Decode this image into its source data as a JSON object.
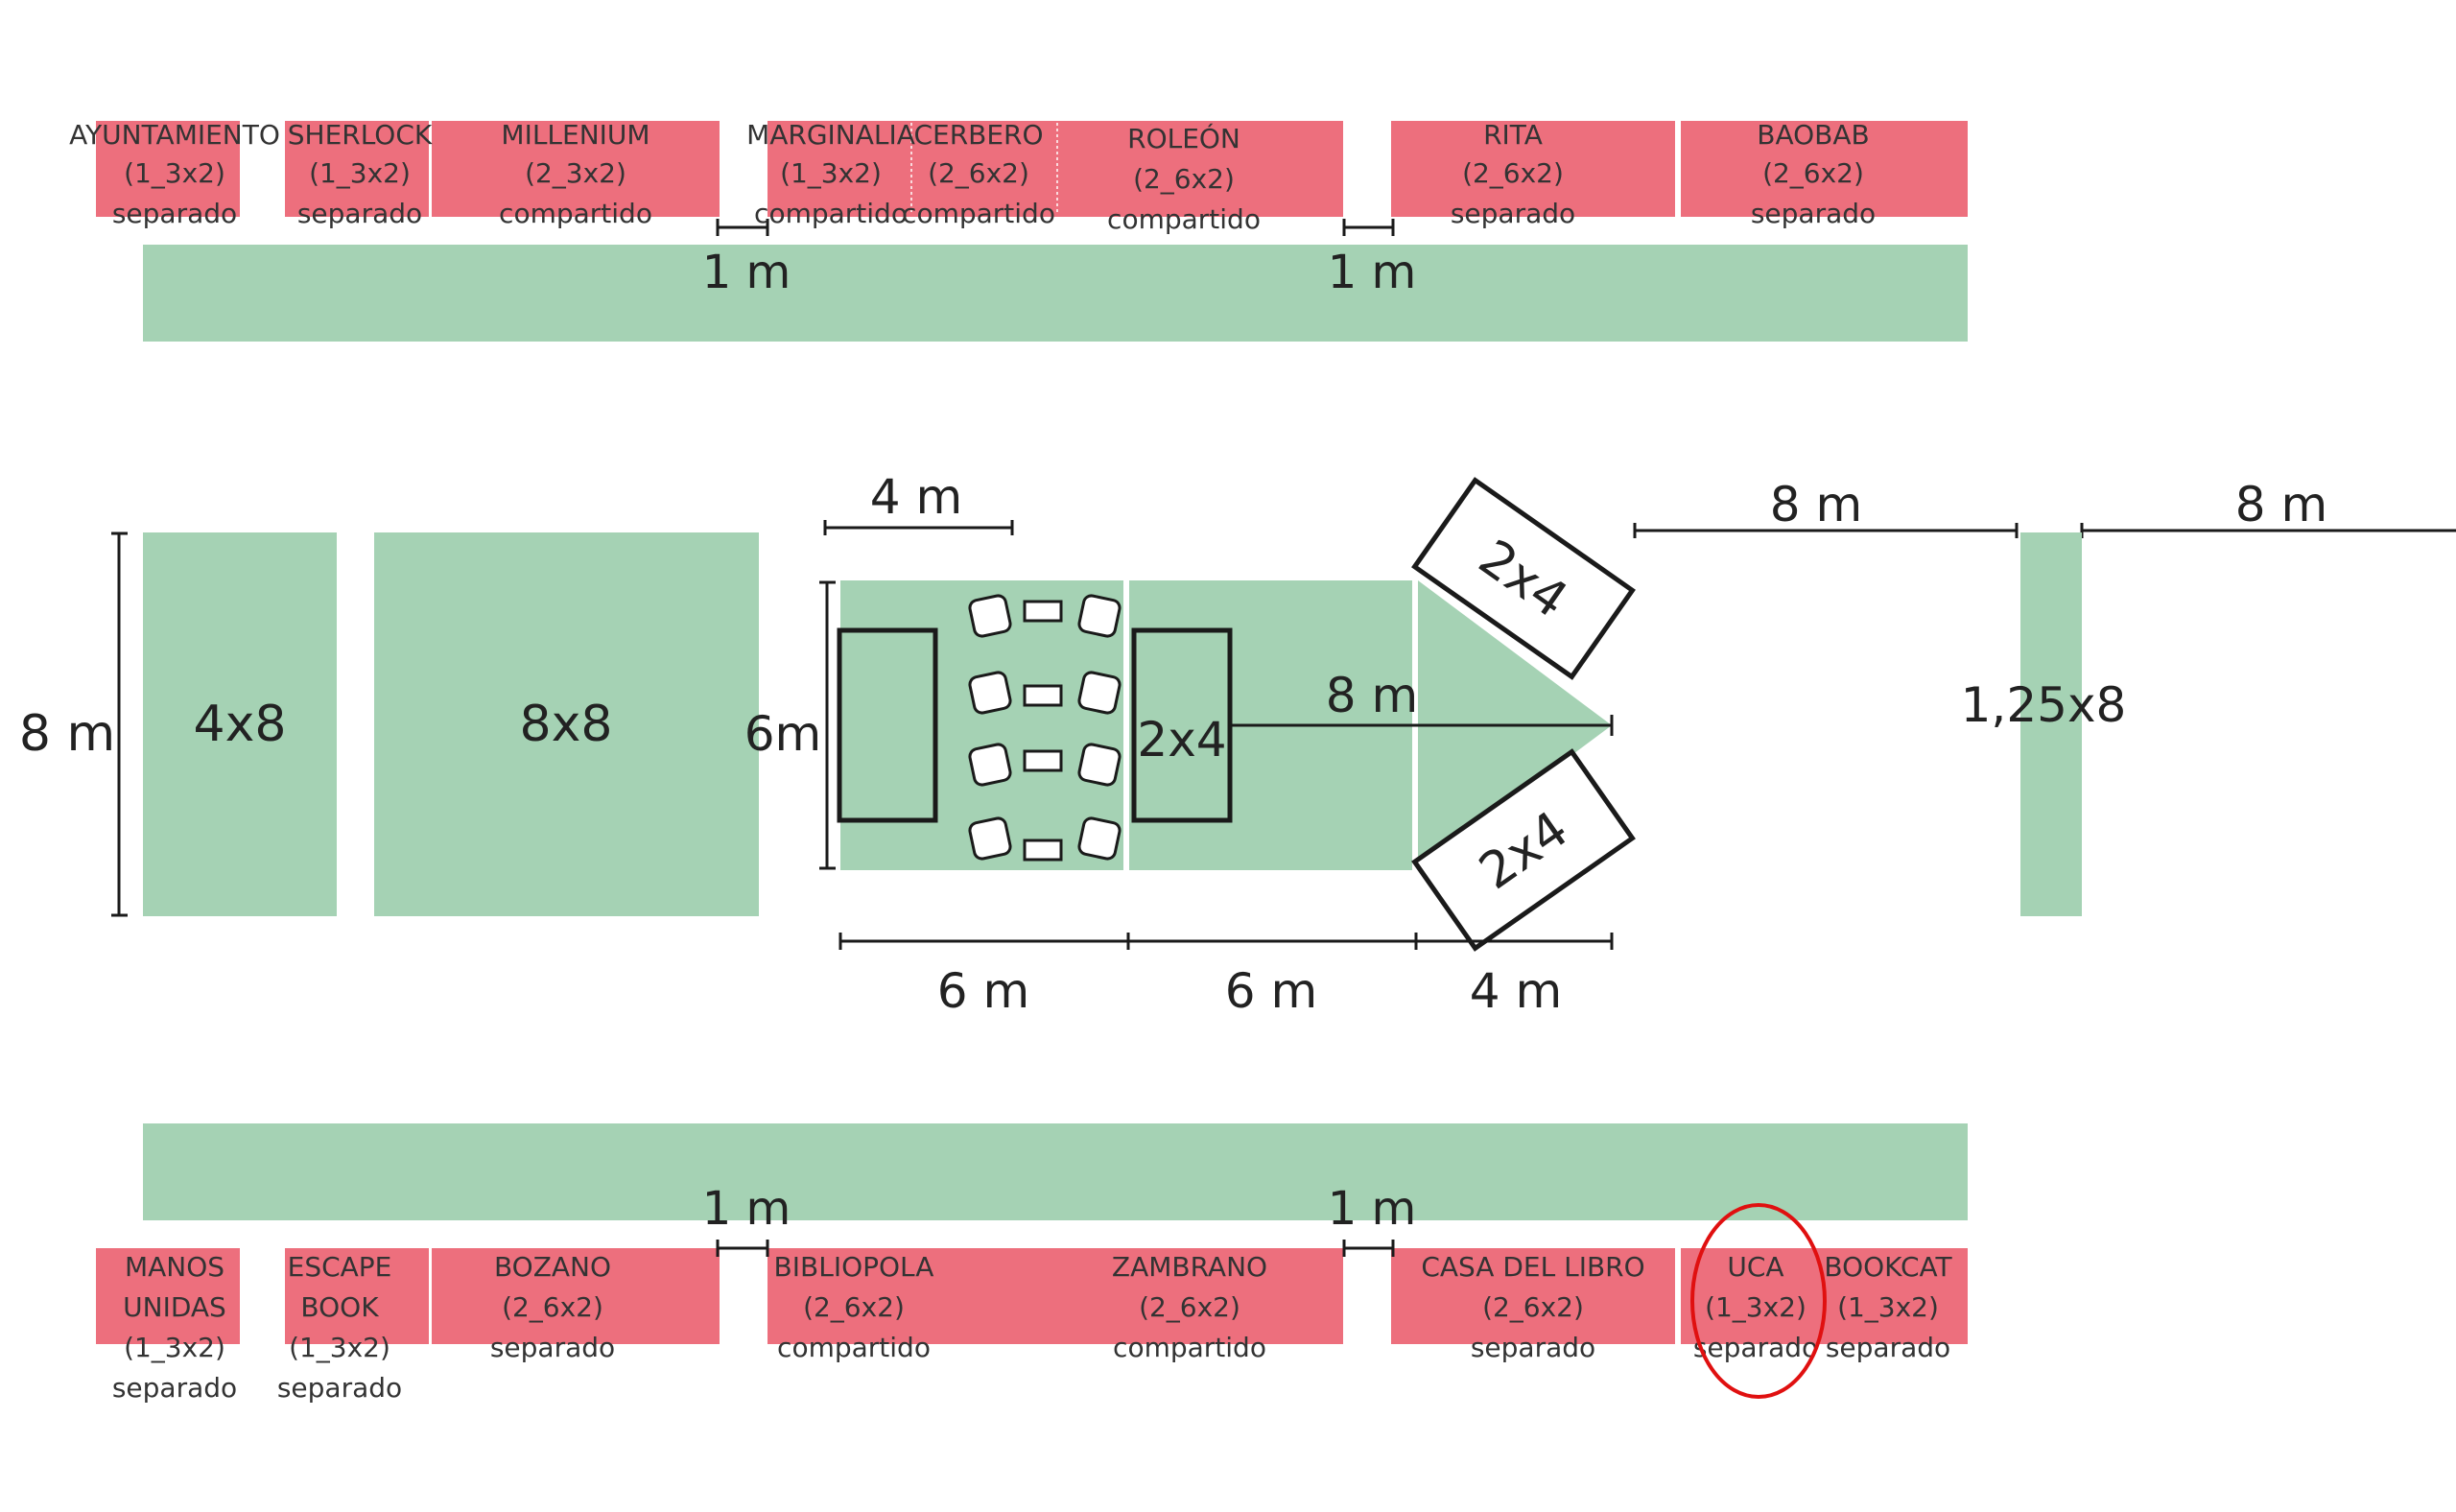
{
  "colors": {
    "stand": "#ed6f7d",
    "area": "#a5d2b4",
    "ink": "#1a1a1a",
    "highlight": "#e01010"
  },
  "top_row": {
    "stands": [
      {
        "name": "AYUNTAMIENTO",
        "size": "(1_3x2)",
        "type": "separado"
      },
      {
        "name": "SHERLOCK",
        "size": "(1_3x2)",
        "type": "separado"
      },
      {
        "name": "MILLENIUM",
        "size": "(2_3x2)",
        "type": "compartido"
      },
      {
        "name": "MARGINALIA",
        "size": "(1_3x2)",
        "type": "compartido"
      },
      {
        "name": "CERBERO",
        "size": "(2_6x2)",
        "type": "compartido"
      },
      {
        "name": "ROLEÓN",
        "size": "(2_6x2)",
        "type": "compartido"
      },
      {
        "name": "RITA",
        "size": "(2_6x2)",
        "type": "separado"
      },
      {
        "name": "BAOBAB",
        "size": "(2_6x2)",
        "type": "separado"
      }
    ],
    "gap_labels": [
      "1 m",
      "1 m"
    ]
  },
  "bottom_row": {
    "stands": [
      {
        "name_lines": [
          "MANOS",
          "UNIDAS"
        ],
        "size": "(1_3x2)",
        "type": "separado"
      },
      {
        "name_lines": [
          "ESCAPE",
          "BOOK"
        ],
        "size": "(1_3x2)",
        "type": "separado"
      },
      {
        "name_lines": [
          "BOZANO"
        ],
        "size": "(2_6x2)",
        "type": "separado"
      },
      {
        "name_lines": [
          "BIBLIOPOLA"
        ],
        "size": "(2_6x2)",
        "type": "compartido"
      },
      {
        "name_lines": [
          "ZAMBRANO"
        ],
        "size": "(2_6x2)",
        "type": "compartido"
      },
      {
        "name_lines": [
          "CASA DEL LIBRO"
        ],
        "size": "(2_6x2)",
        "type": "separado"
      },
      {
        "name_lines": [
          "UCA"
        ],
        "size": "(1_3x2)",
        "type": "separado"
      },
      {
        "name_lines": [
          "BOOKCAT"
        ],
        "size": "(1_3x2)",
        "type": "separado"
      }
    ],
    "gap_labels": [
      "1 m",
      "1 m"
    ]
  },
  "middle": {
    "height_label": "8 m",
    "block_4x8": "4x8",
    "block_8x8": "8x8",
    "stage_depth": "6m",
    "top_width": "4 m",
    "table_2x4": "2x4",
    "length_8m": "8 m",
    "angled_1": "2x4",
    "angled_2": "2x4",
    "bottom_dims": [
      "6 m",
      "6 m",
      "4 m"
    ],
    "right_dims": [
      "8 m",
      "8 m"
    ],
    "strip": "1,25x8"
  }
}
